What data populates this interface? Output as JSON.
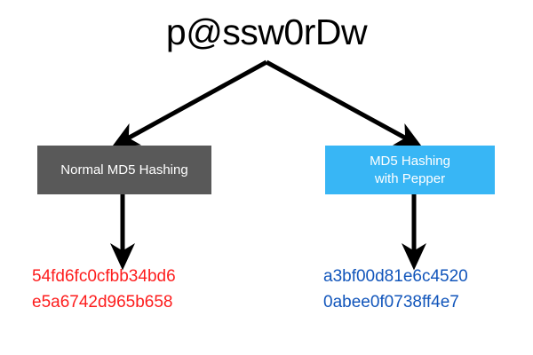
{
  "diagram": {
    "title": "p@ssw0rDw",
    "background_color": "#ffffff",
    "branches": [
      {
        "id": "normal",
        "box_label": "Normal MD5 Hashing",
        "box_color": "#595959",
        "box_text_color": "#ffffff",
        "hash_color": "#fd1d1d",
        "hash_lines": [
          "54fd6fc0cfbb34bd6",
          "e5a6742d965b658"
        ]
      },
      {
        "id": "pepper",
        "box_label_line1": "MD5 Hashing",
        "box_label_line2": "with Pepper",
        "box_color": "#38b6f5",
        "box_text_color": "#ffffff",
        "hash_color": "#1155bb",
        "hash_lines": [
          "a3bf00d81e6c4520",
          "0abee0f0738ff4e7"
        ]
      }
    ],
    "arrows": {
      "color": "#000000",
      "split_label": "branch-arrows",
      "down_label": "output-arrows"
    }
  }
}
